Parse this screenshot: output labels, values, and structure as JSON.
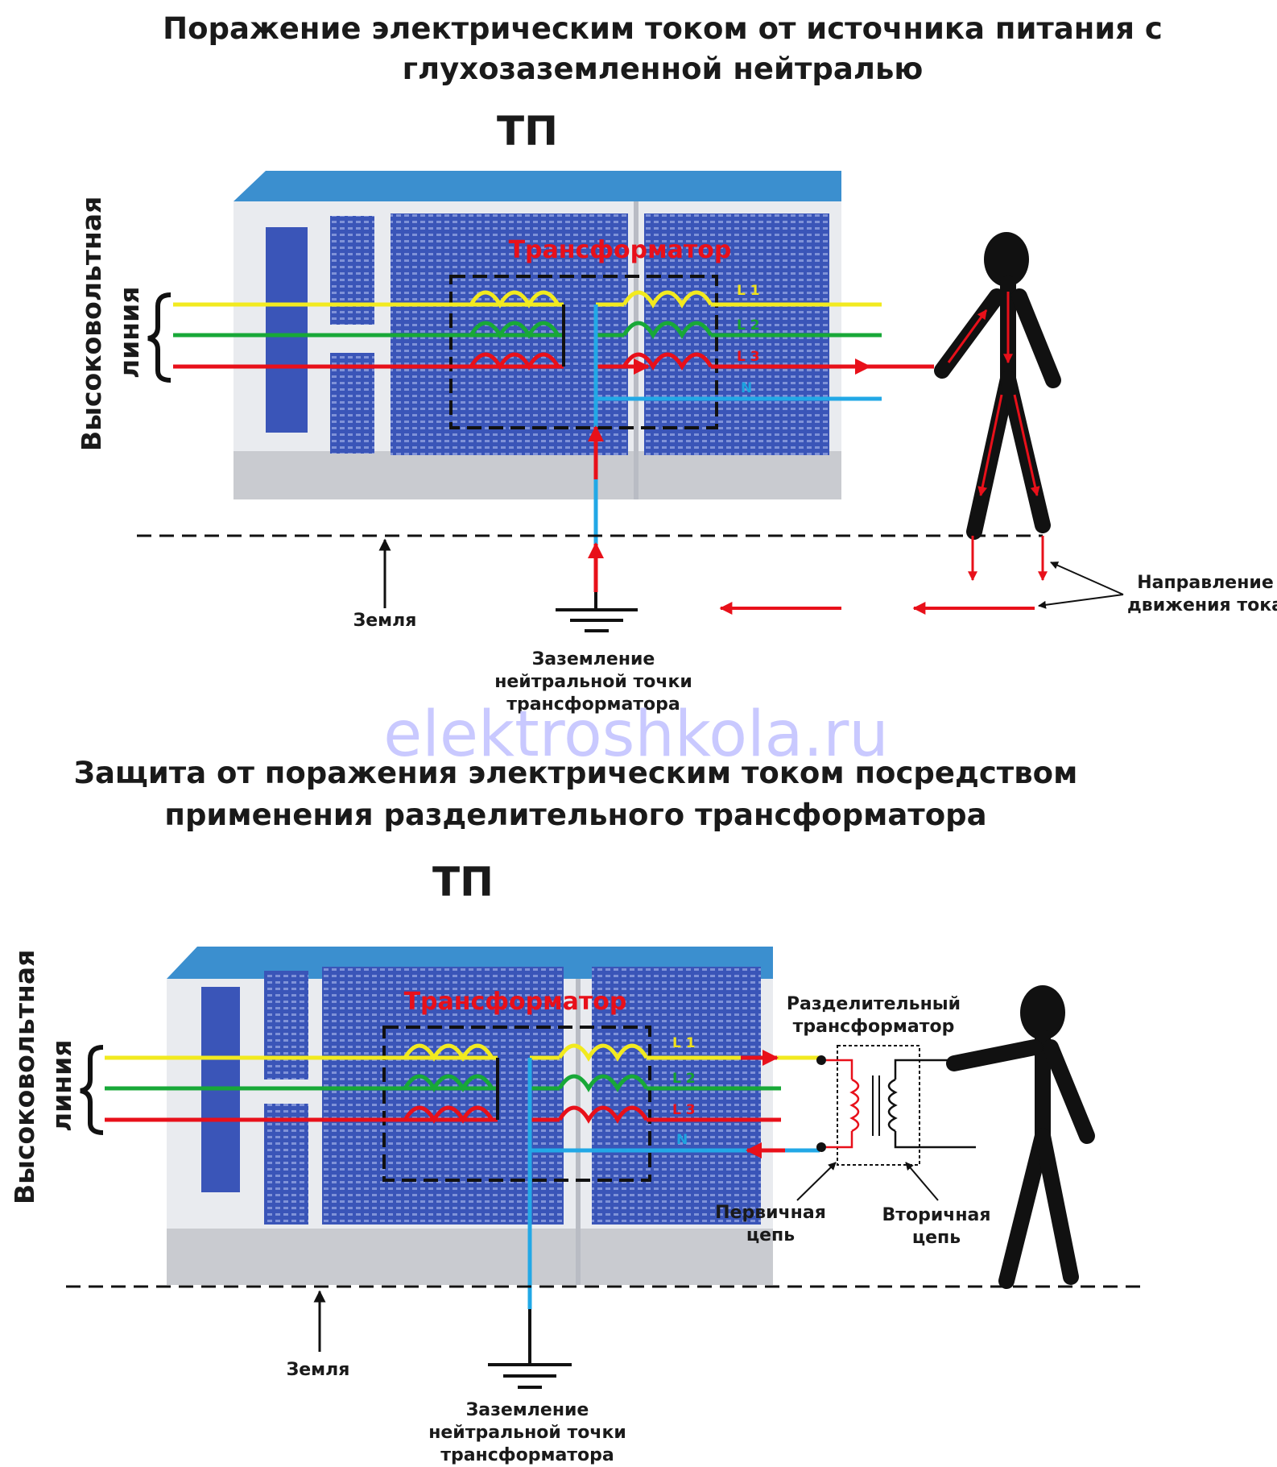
{
  "colors": {
    "L1": "#f2ea1f",
    "L2": "#18a838",
    "L3": "#e8101a",
    "N": "#22a8e6",
    "arrow": "#e8101a",
    "building_blue": "#3a55b8",
    "building_wall": "#e9ebef",
    "roof": "#3b8fcf",
    "watermark": "#c9c9ff"
  },
  "watermark": "elektroshkola.ru",
  "top": {
    "title_line1": "Поражение электрическим током от источника питания с",
    "title_line2": "глухозаземленной нейтралью",
    "tp_label": "ТП",
    "hv_line1": "Высоковольтная",
    "hv_line2": "линия",
    "transformer_label": "Трансформатор",
    "phase_labels": {
      "l1": "L 1",
      "l2": "L 2",
      "l3": "L 3",
      "n": "N"
    },
    "ground_label": "Земля",
    "grounding_line1": "Заземление",
    "grounding_line2": "нейтральной точки",
    "grounding_line3": "трансформатора",
    "current_dir_line1": "Направление",
    "current_dir_line2": "движения тока",
    "icons": [
      "brace-icon",
      "stick-figure-icon",
      "ground-symbol-icon",
      "current-arrow-icon"
    ]
  },
  "bottom": {
    "title_line1": "Защита от поражения электрическим током посредством",
    "title_line2": "применения разделительного трансформатора",
    "tp_label": "ТП",
    "hv_line1": "Высоковольтная",
    "hv_line2": "линия",
    "transformer_label": "Трансформатор",
    "phase_labels": {
      "l1": "L 1",
      "l2": "L 2",
      "l3": "L 3",
      "n": "N"
    },
    "isolation_line1": "Разделительный",
    "isolation_line2": "трансформатор",
    "primary_line1": "Первичная",
    "primary_line2": "цепь",
    "secondary_line1": "Вторичная",
    "secondary_line2": "цепь",
    "ground_label": "Земля",
    "grounding_line1": "Заземление",
    "grounding_line2": "нейтральной точки",
    "grounding_line3": "трансформатора",
    "icons": [
      "brace-icon",
      "stick-figure-icon",
      "ground-symbol-icon",
      "isolation-transformer-icon"
    ]
  }
}
